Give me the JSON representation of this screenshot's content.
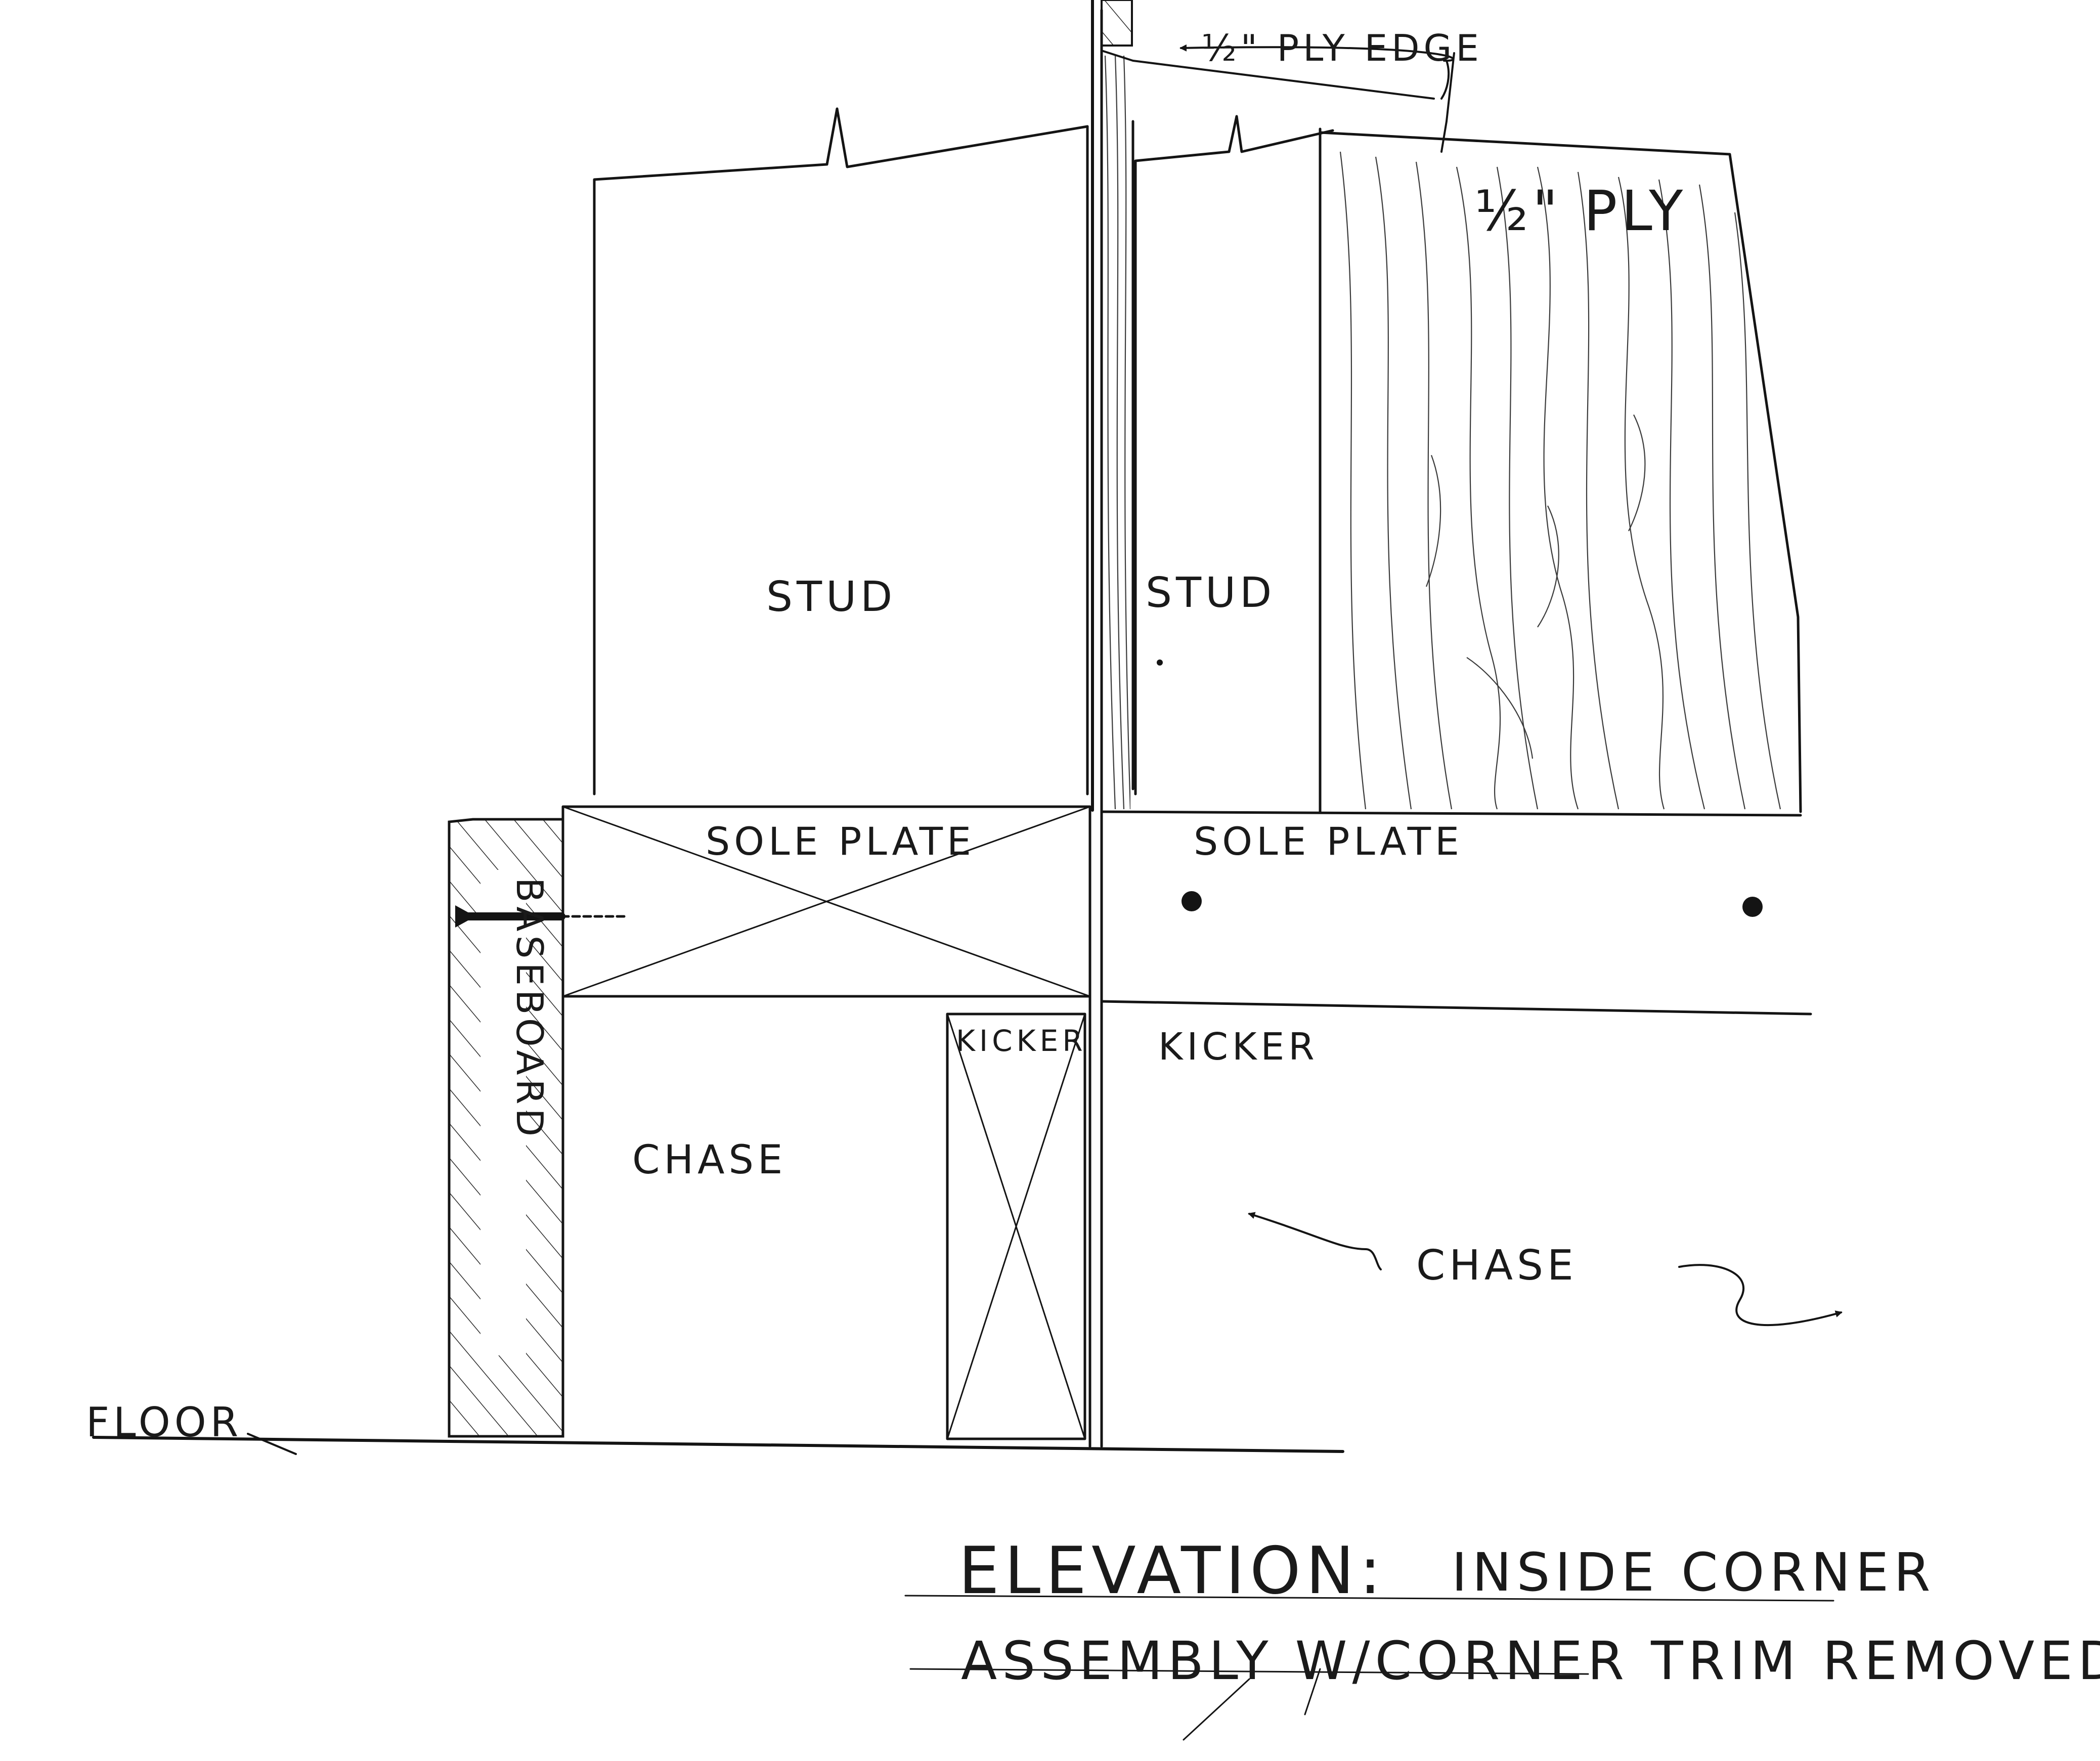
{
  "diagram": {
    "labels": {
      "ply_edge": "½\" PLY EDGE",
      "ply": "½\" PLY",
      "stud_left": "STUD",
      "stud_right": "STUD",
      "sole_plate_left": "SOLE PLATE",
      "sole_plate_right": "SOLE PLATE",
      "baseboard": "BASEBOARD",
      "kicker_left": "KICKER",
      "kicker_right": "KICKER",
      "chase_left": "CHASE",
      "chase_right": "CHASE",
      "floor": "FLOOR"
    },
    "title": {
      "line1_a": "ELEVATION:",
      "line1_b": "INSIDE CORNER",
      "line2": "ASSEMBLY W/CORNER TRIM REMOVED"
    }
  }
}
